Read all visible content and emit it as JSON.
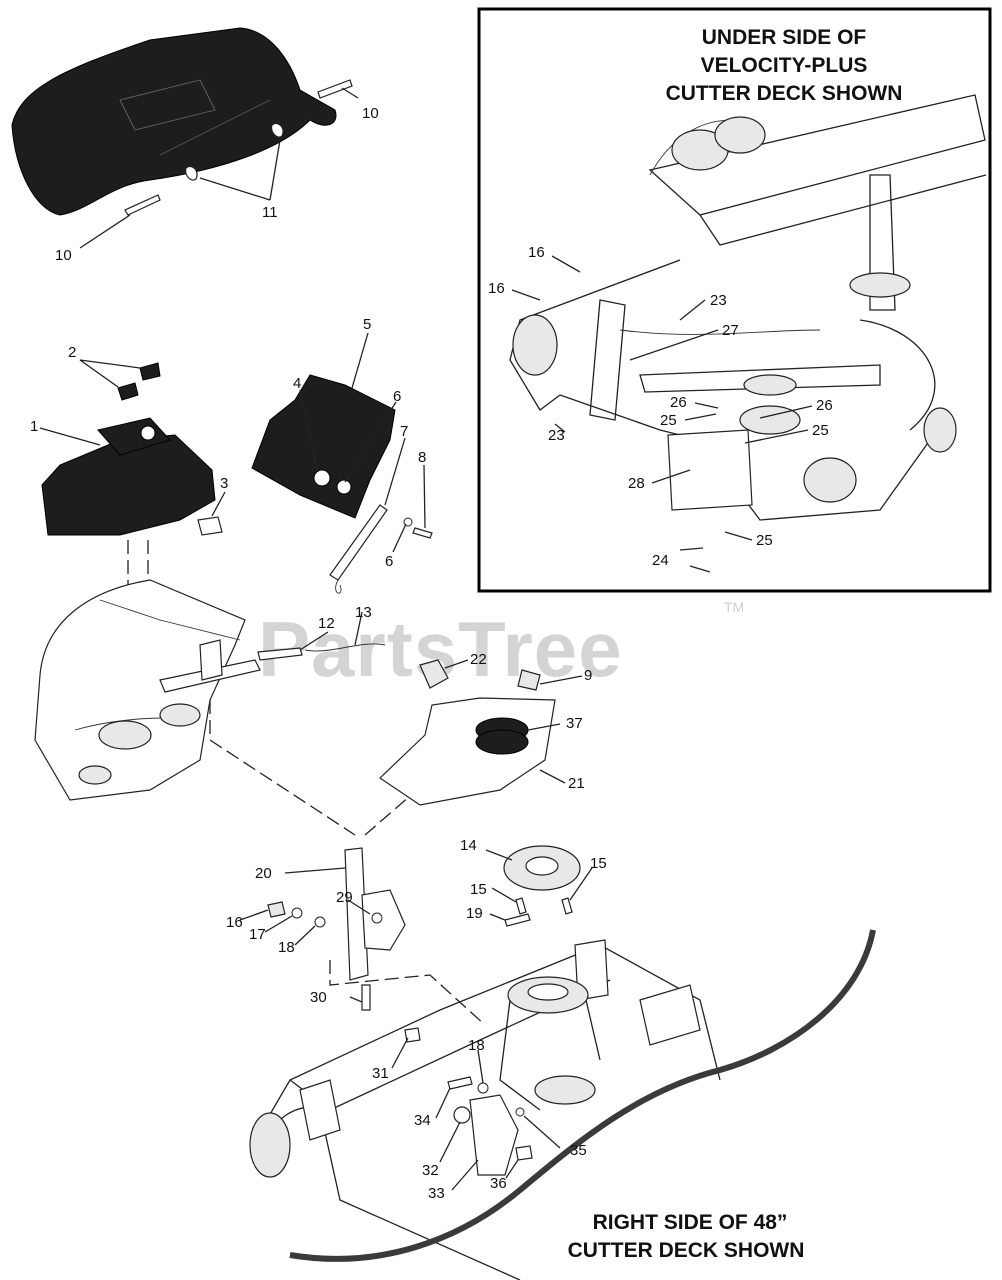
{
  "watermark": {
    "text": "PartsTree",
    "tm": "TM"
  },
  "inset": {
    "heading": [
      "UNDER SIDE OF",
      "VELOCITY-PLUS",
      "CUTTER DECK SHOWN"
    ]
  },
  "main_caption": [
    "RIGHT SIDE OF 48”",
    "CUTTER DECK SHOWN"
  ],
  "callouts": {
    "c1": "1",
    "c2": "2",
    "c3": "3",
    "c4": "4",
    "c5": "5",
    "c6a": "6",
    "c6b": "6",
    "c7": "7",
    "c8": "8",
    "c9": "9",
    "c10a": "10",
    "c10b": "10",
    "c11": "11",
    "c12": "12",
    "c13": "13",
    "c14": "14",
    "c15a": "15",
    "c15b": "15",
    "c16a": "16",
    "c17": "17",
    "c18a": "18",
    "c18b": "18",
    "c19": "19",
    "c20": "20",
    "c21": "21",
    "c22": "22",
    "c29": "29",
    "c30": "30",
    "c31": "31",
    "c32": "32",
    "c33": "33",
    "c34": "34",
    "c35": "35",
    "c36": "36",
    "c37": "37",
    "i16a": "16",
    "i16b": "16",
    "i23a": "23",
    "i23b": "23",
    "i24": "24",
    "i25a": "25",
    "i25b": "25",
    "i25c": "25",
    "i26a": "26",
    "i26b": "26",
    "i27": "27",
    "i28": "28"
  }
}
